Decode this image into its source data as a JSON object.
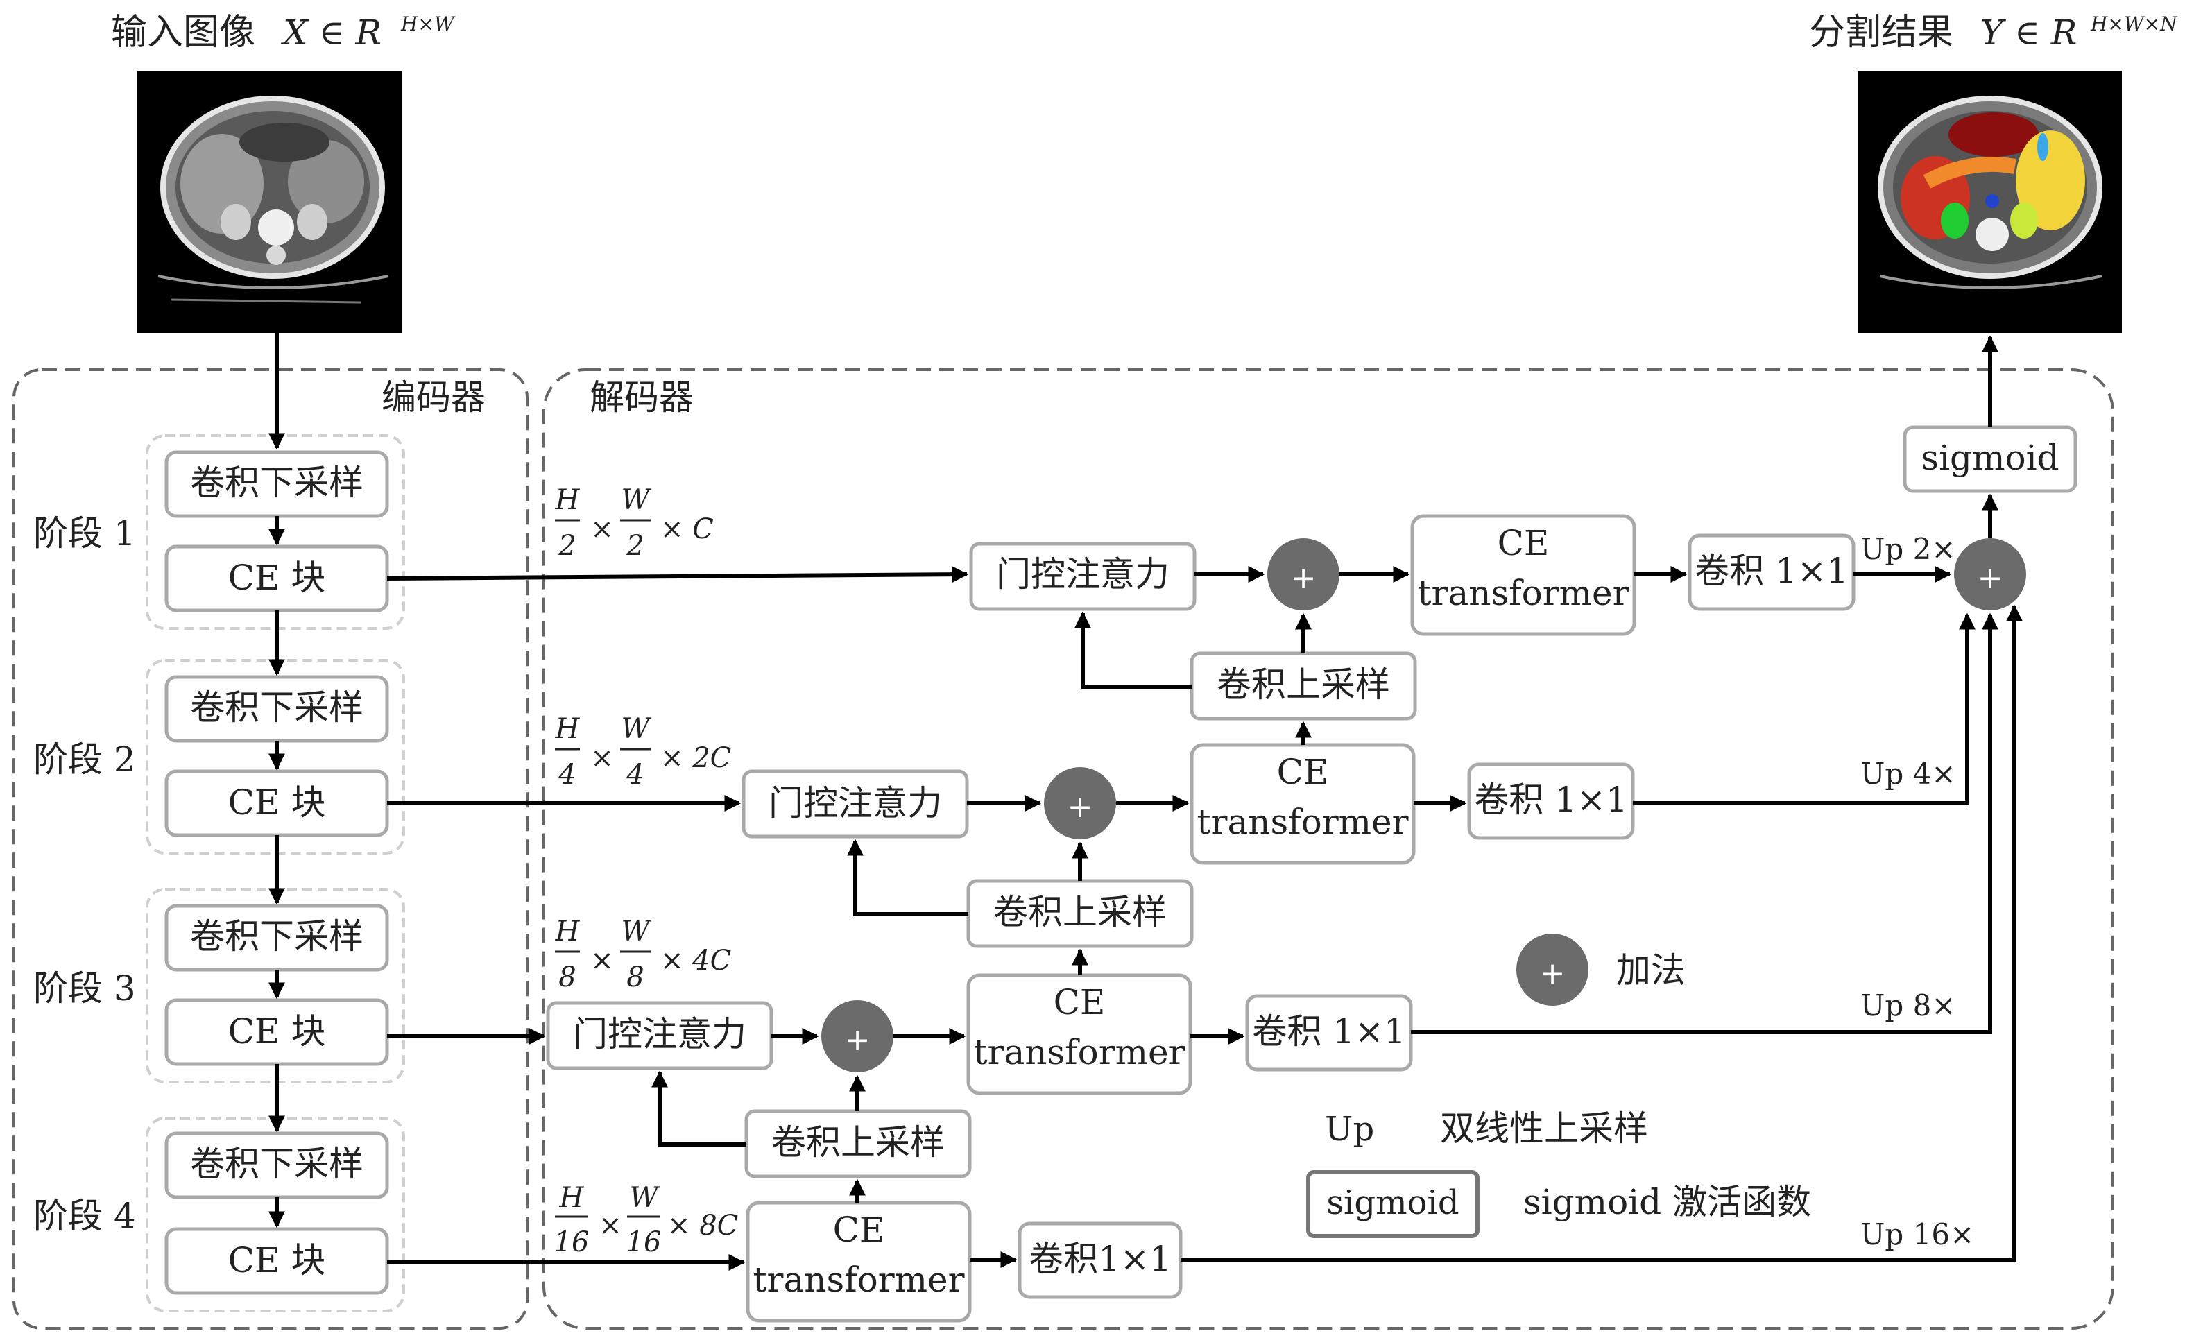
{
  "input": {
    "label": "输入图像",
    "formula": "X ∈ R",
    "superscript": "H×W"
  },
  "output": {
    "label": "分割结果",
    "formula": "Y ∈ R",
    "superscript": "H×W×N"
  },
  "encoder": {
    "title": "编码器",
    "stages": [
      {
        "label": "阶段 1",
        "down": "卷积下采样",
        "ce": "CE 块"
      },
      {
        "label": "阶段 2",
        "down": "卷积下采样",
        "ce": "CE 块"
      },
      {
        "label": "阶段 3",
        "down": "卷积下采样",
        "ce": "CE 块"
      },
      {
        "label": "阶段 4",
        "down": "卷积下采样",
        "ce": "CE 块"
      }
    ]
  },
  "decoder": {
    "title": "解码器",
    "gate": "门控注意力",
    "upconv": "卷积上采样",
    "ce_line1": "CE",
    "ce_line2": "transformer",
    "conv": "卷积 1×1",
    "conv_last": "卷积1×1",
    "sigmoid": "sigmoid",
    "up_labels": [
      "Up 2×",
      "Up 4×",
      "Up 8×",
      "Up 16×"
    ]
  },
  "dims": [
    {
      "n1": "H",
      "d1": "2",
      "n2": "W",
      "d2": "2",
      "c": "× C"
    },
    {
      "n1": "H",
      "d1": "4",
      "n2": "W",
      "d2": "4",
      "c": "× 2C"
    },
    {
      "n1": "H",
      "d1": "8",
      "n2": "W",
      "d2": "8",
      "c": "× 4C"
    },
    {
      "n1": "H",
      "d1": "16",
      "n2": "W",
      "d2": "16",
      "c": "× 8C"
    }
  ],
  "legend": {
    "add": "加法",
    "up_key": "Up",
    "up_desc": "双线性上采样",
    "sig_key": "sigmoid",
    "sig_desc": "sigmoid 激活函数"
  },
  "colors": {
    "add_node": "#6b6b6b",
    "box_border": "#a9a9a9",
    "dashed_panel": "#666666",
    "stage_dashed": "#cfcfcf",
    "seg_liver": "#cc3322",
    "seg_spleen": "#f2d43a",
    "seg_stomach": "#8b0f0f",
    "seg_pancreas": "#f08a2a",
    "seg_kidney_r": "#22cc33",
    "seg_kidney_l": "#c8e83a",
    "seg_aorta": "#2244cc",
    "seg_gallbladder": "#3aa8e8"
  }
}
